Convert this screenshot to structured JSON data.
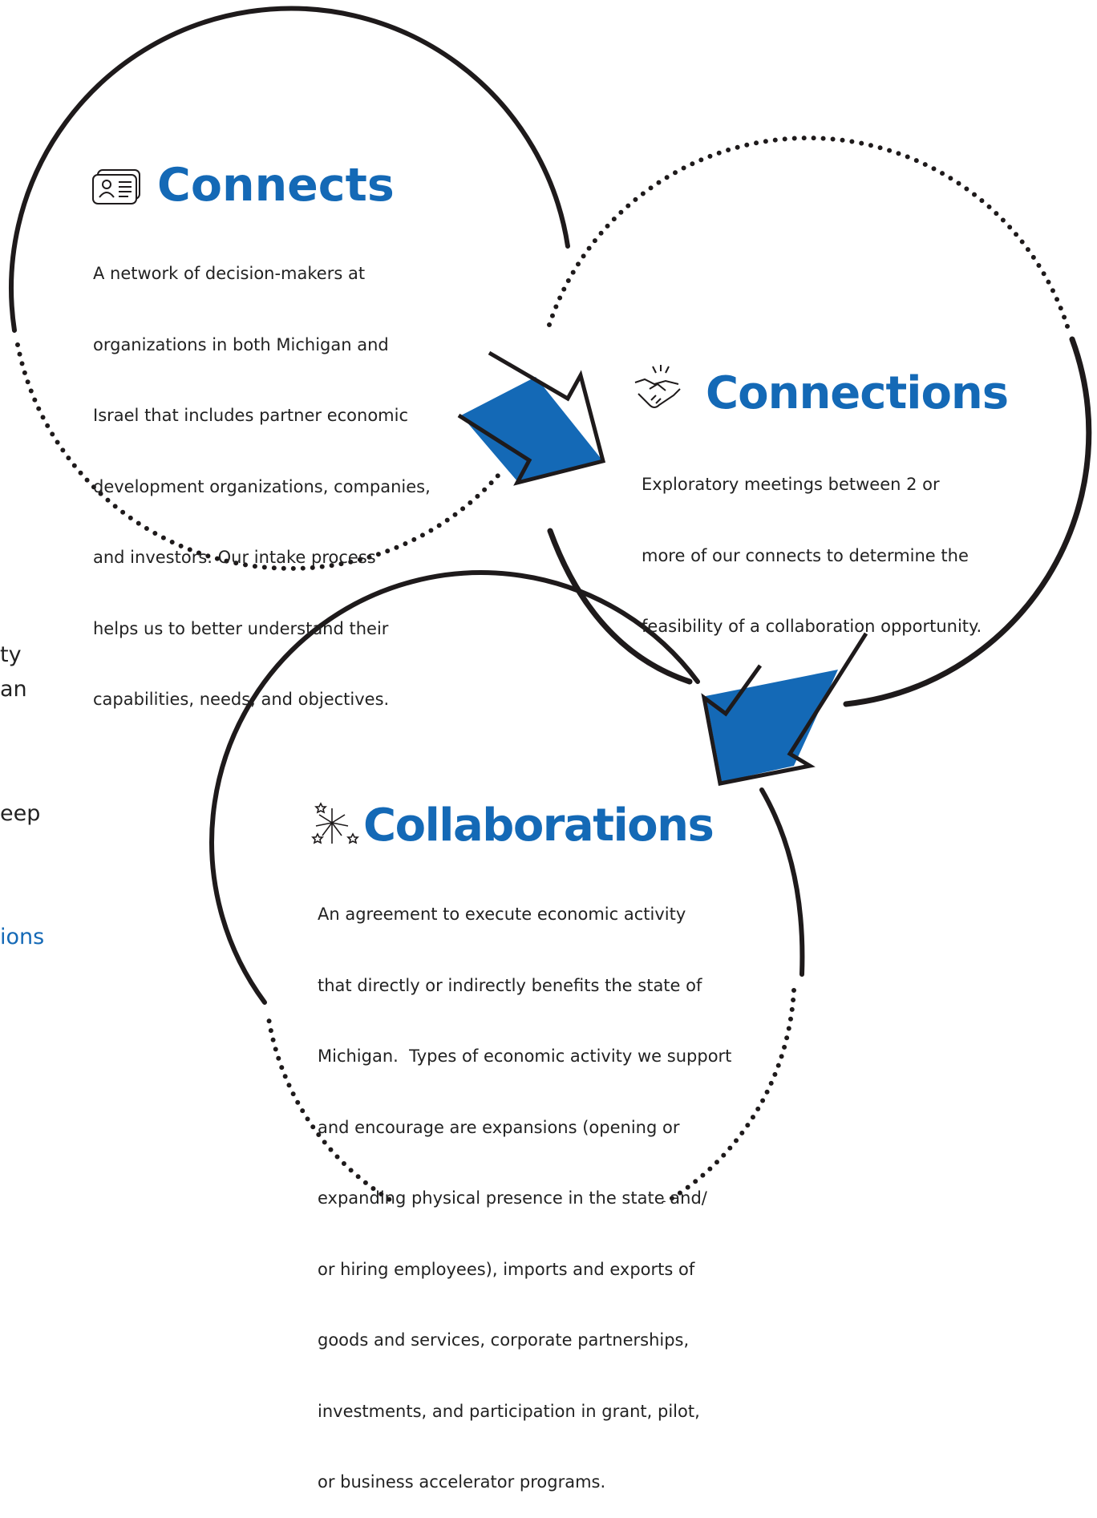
{
  "colors": {
    "accent": "#1469b6",
    "ink": "#222222",
    "stroke": "#1e1a1b"
  },
  "connects": {
    "icon": "id-card-icon",
    "title": "Connects",
    "lines": [
      "A network of decision-makers at",
      "organizations in both Michigan and",
      "Israel that includes partner economic",
      "development organizations, companies,",
      "and investors. Our intake process",
      "helps us to better understand their",
      "capabilities, needs, and objectives."
    ]
  },
  "connections": {
    "icon": "handshake-icon",
    "title": "Connections",
    "lines": [
      "Exploratory meetings between 2 or",
      "more of our connects to determine the",
      "feasibility of a collaboration opportunity."
    ]
  },
  "collaborations": {
    "icon": "fireworks-icon",
    "title": "Collaborations",
    "lines": [
      "An agreement to execute economic activity",
      "that directly or indirectly benefits the state of",
      "Michigan.  Types of economic activity we support",
      "and encourage are expansions (opening or",
      "expanding physical presence in the state and/",
      "or hiring employees), imports and exports of",
      "goods and services, corporate partnerships,",
      "investments, and participation in grant, pilot,",
      "or business accelerator programs."
    ]
  },
  "left_edge_fragments": [
    "ty",
    "an",
    "eep",
    "ions"
  ]
}
